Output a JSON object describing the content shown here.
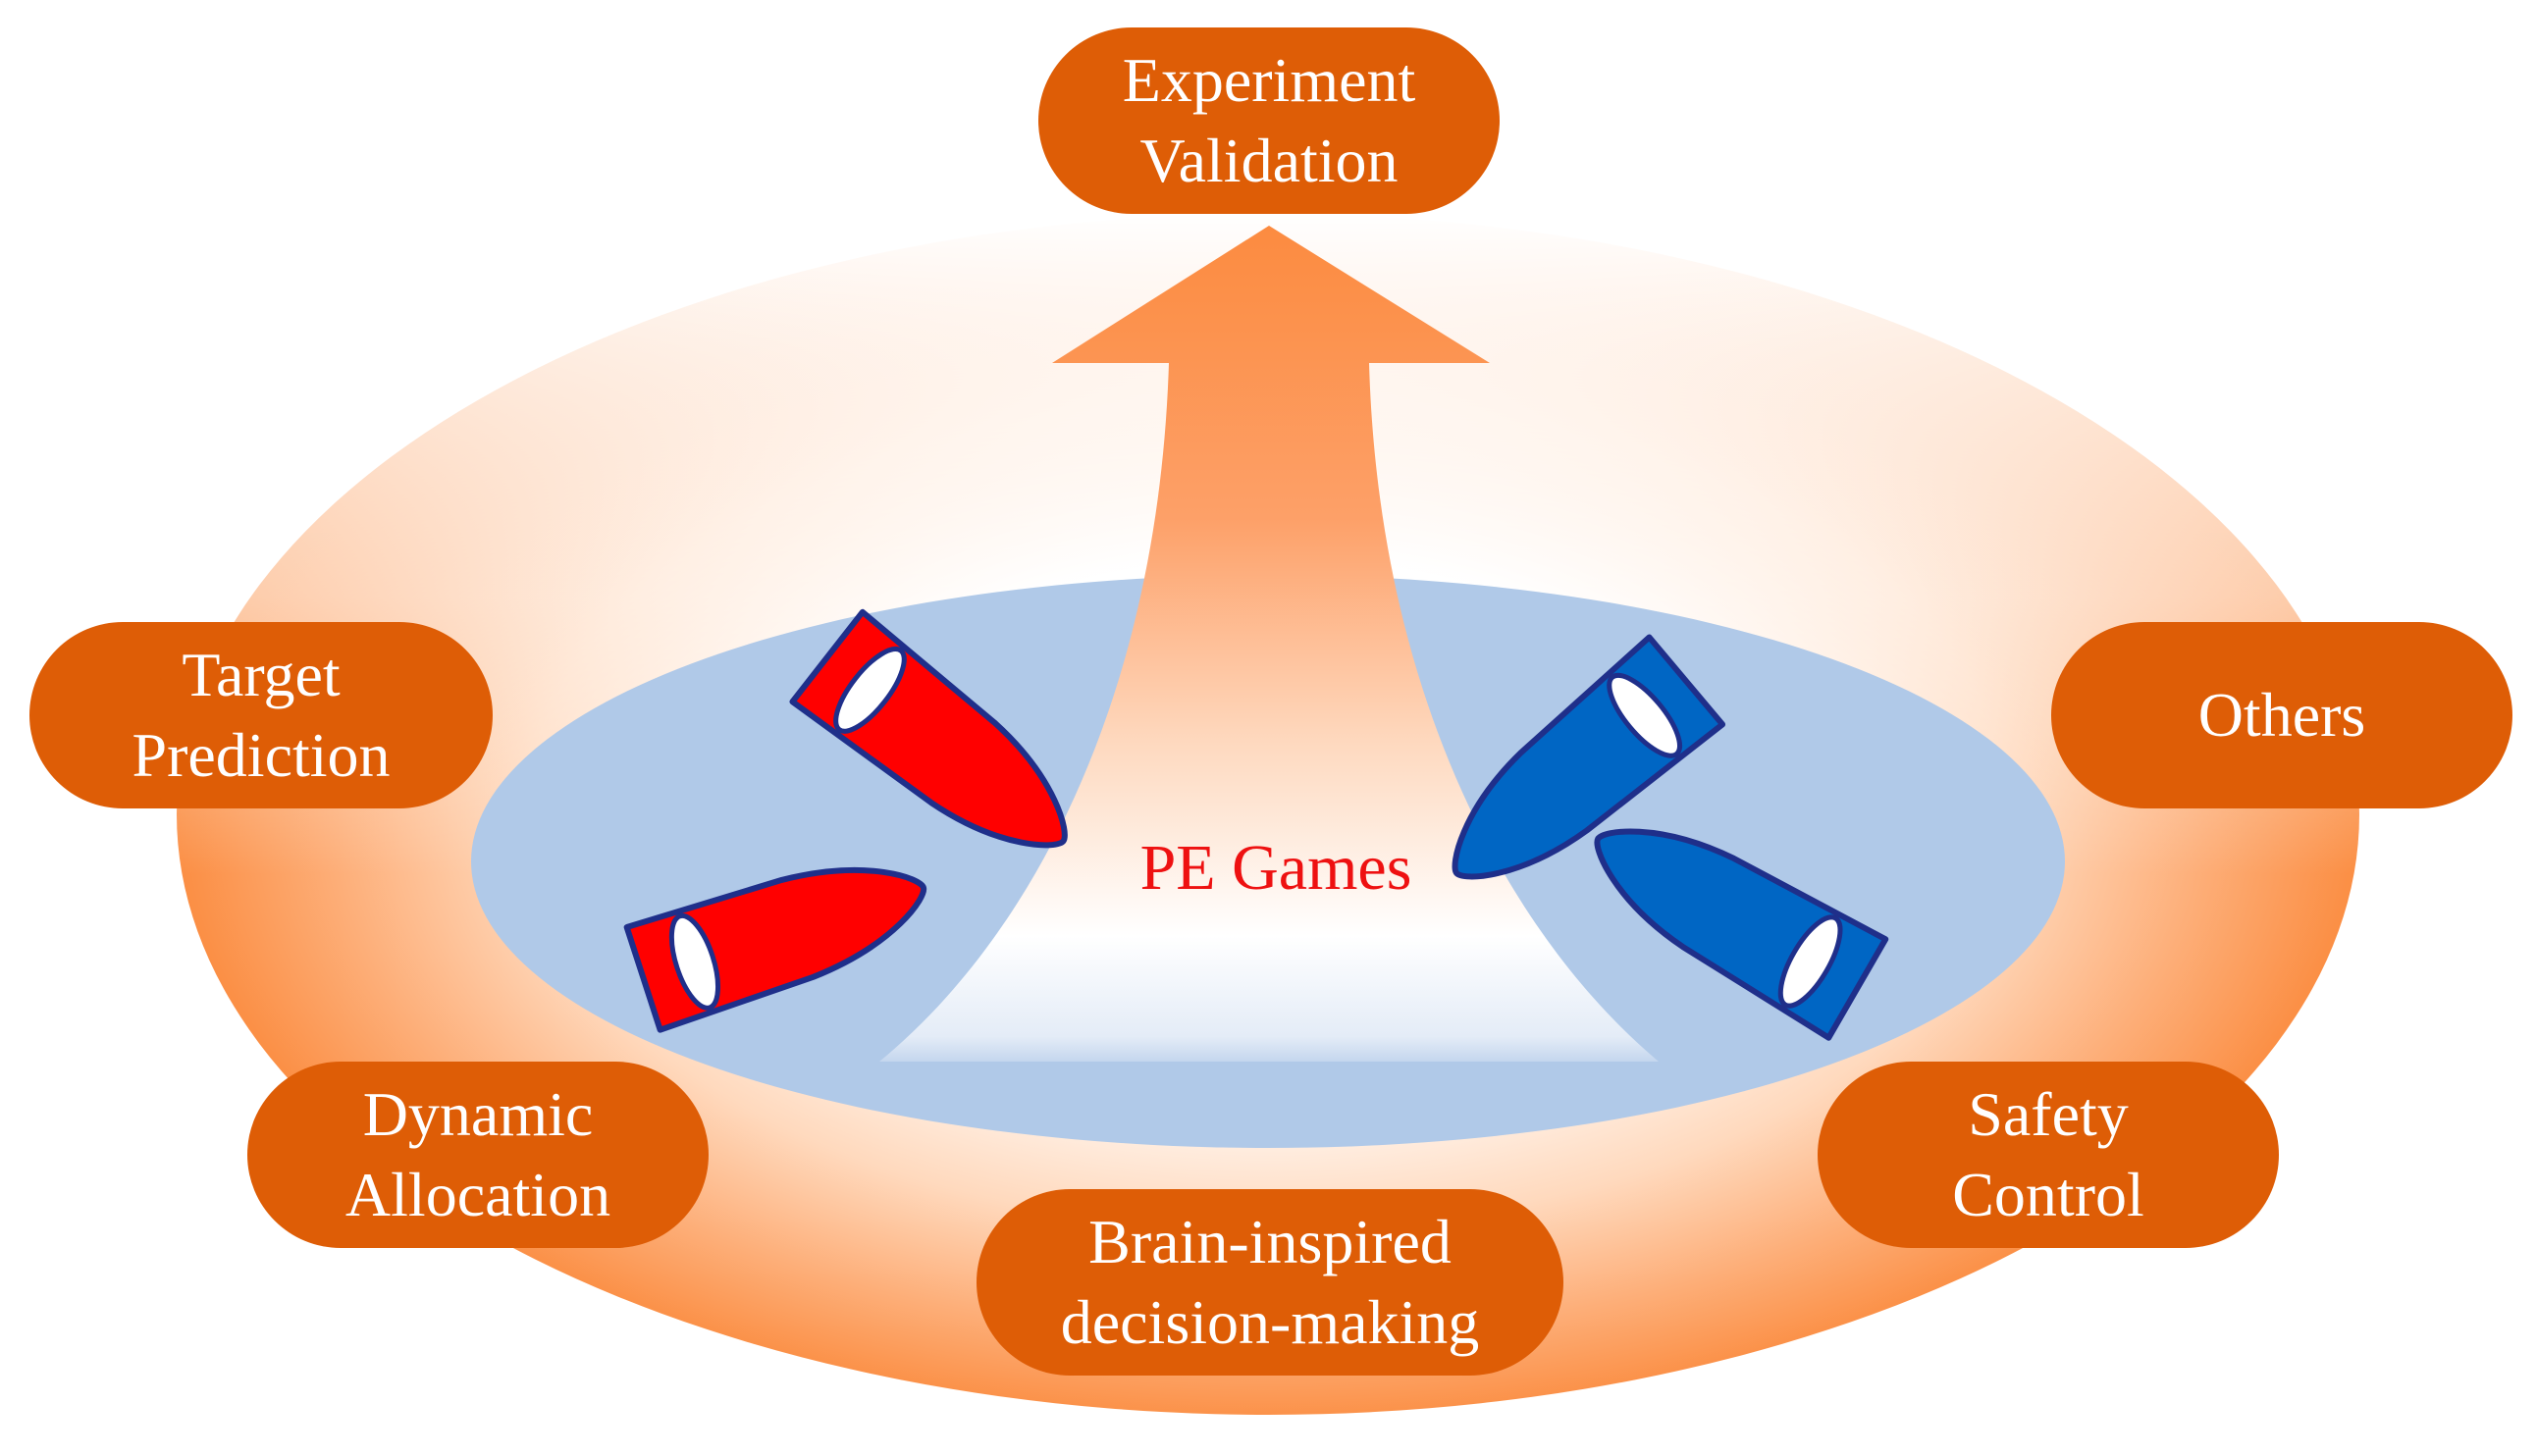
{
  "center": {
    "label": "PE Games"
  },
  "top_node": {
    "line1": "Experiment",
    "line2": "Validation"
  },
  "nodes": {
    "target_prediction": {
      "line1": "Target",
      "line2": "Prediction"
    },
    "others": {
      "line1": "Others"
    },
    "dynamic_allocation": {
      "line1": "Dynamic",
      "line2": "Allocation"
    },
    "brain_inspired": {
      "line1": "Brain-inspired",
      "line2": "decision-making"
    },
    "safety_control": {
      "line1": "Safety",
      "line2": "Control"
    }
  },
  "colors": {
    "pill_fill": "#de5d06",
    "pill_text": "#ffffff",
    "outer_ring_edge": "#fb8f45",
    "outer_ring_center": "#ffffff",
    "water": "#b0c9e8",
    "arrow": "#fc8b40",
    "pursuer_red": "#ff0000",
    "evader_blue": "#0066c4",
    "hull_outline": "#1f2f8a",
    "center_label": "#ee1111"
  }
}
